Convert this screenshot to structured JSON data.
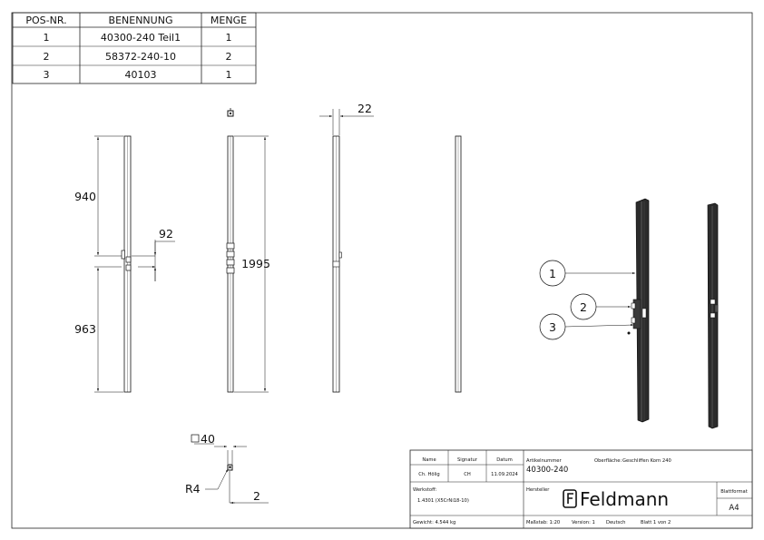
{
  "bom": {
    "headers": [
      "POS-NR.",
      "BENENNUNG",
      "MENGE"
    ],
    "rows": [
      [
        "1",
        "40300-240 Teil1",
        "1"
      ],
      [
        "2",
        "58372-240-10",
        "2"
      ],
      [
        "3",
        "40103",
        "1"
      ]
    ]
  },
  "dimensions": {
    "upper_height": "940",
    "lower_height": "963",
    "hardware_width": "92",
    "total_height": "1995",
    "profile_width": "22",
    "square_size": "40",
    "radius": "R4",
    "wall": "2"
  },
  "balloons": [
    "1",
    "2",
    "3"
  ],
  "title_block": {
    "name_label": "Name",
    "signature_label": "Signatur",
    "date_label": "Datum",
    "name_value": "Ch. Hölig",
    "signature_value": "CH",
    "date_value": "11.09.2024",
    "article_label": "Artikelnummer",
    "article_value": "40300-240",
    "surface_label": "Oberfläche:",
    "surface_value": "Geschliffen Korn 240",
    "material_label": "Werkstoff:",
    "material_value": "1.4301 (X5CrNi18-10)",
    "manufacturer_label": "Hersteller",
    "company": "Feldmann",
    "sheet_format_label": "Blattformat",
    "sheet_format_value": "A4",
    "weight": "Gewicht: 4.544 kg",
    "scale": "Maßstab: 1:20",
    "version": "Version: 1",
    "language": "Deutsch",
    "sheet": "Blatt 1 von 2"
  },
  "colors": {
    "line": "#1a1a1a",
    "dark_part": "#2b2b2b"
  }
}
